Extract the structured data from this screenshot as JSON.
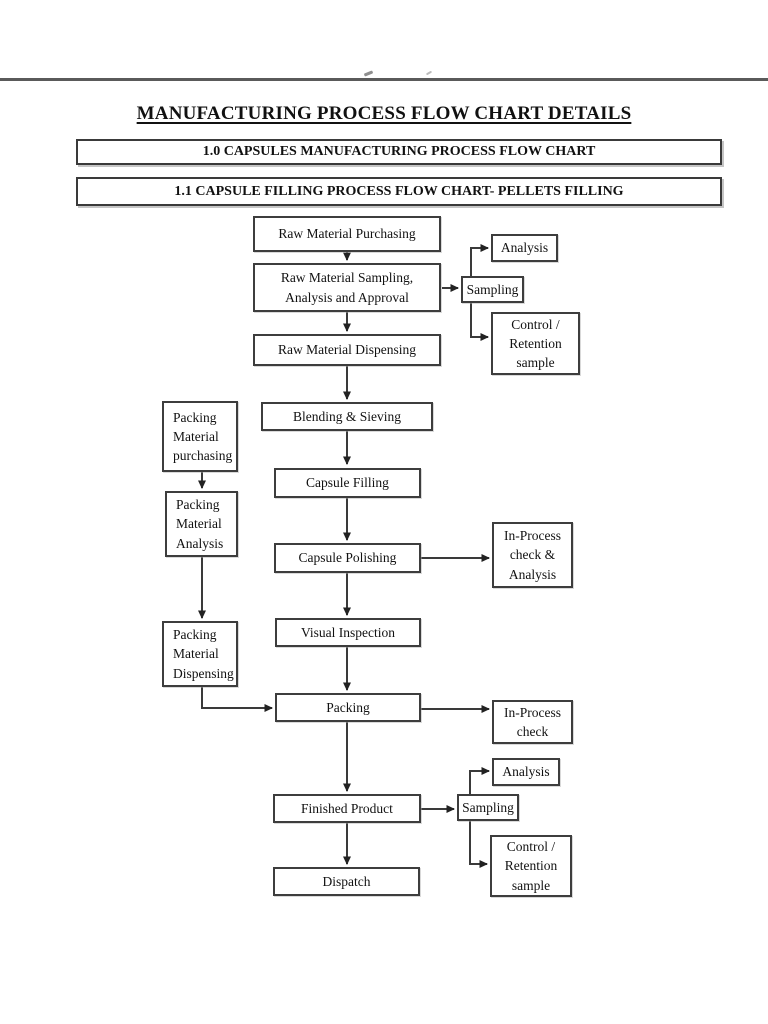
{
  "document": {
    "title": "MANUFACTURING PROCESS FLOW CHART DETAILS",
    "section_headers": [
      "1.0 CAPSULES MANUFACTURING PROCESS FLOW CHART",
      "1.1 CAPSULE FILLING PROCESS FLOW CHART- PELLETS FILLING"
    ]
  },
  "flowchart": {
    "nodes": {
      "raw_material_purchasing": "Raw Material Purchasing",
      "raw_material_sampling": "Raw Material Sampling,\nAnalysis and Approval",
      "raw_material_dispensing": "Raw Material Dispensing",
      "blending_sieving": "Blending & Sieving",
      "capsule_filling": "Capsule Filling",
      "capsule_polishing": "Capsule Polishing",
      "visual_inspection": "Visual Inspection",
      "packing": "Packing",
      "finished_product": "Finished Product",
      "dispatch": "Dispatch",
      "packing_material_purchasing": "Packing\nMaterial\npurchasing",
      "packing_material_analysis": "Packing\nMaterial\nAnalysis",
      "packing_material_dispensing": "Packing\nMaterial\nDispensing",
      "analysis_top": "Analysis",
      "sampling_top": "Sampling",
      "control_retention_top": "Control /\nRetention\nsample",
      "in_process_check_analysis": "In-Process\ncheck &\nAnalysis",
      "in_process_check": "In-Process\ncheck",
      "analysis_bottom": "Analysis",
      "sampling_bottom": "Sampling",
      "control_retention_bottom": "Control /\nRetention\nsample"
    },
    "edges": [
      {
        "from": "raw_material_purchasing",
        "to": "raw_material_sampling"
      },
      {
        "from": "raw_material_sampling",
        "to": "sampling_top"
      },
      {
        "from": "sampling_top",
        "to": "analysis_top"
      },
      {
        "from": "sampling_top",
        "to": "control_retention_top"
      },
      {
        "from": "raw_material_sampling",
        "to": "raw_material_dispensing"
      },
      {
        "from": "raw_material_dispensing",
        "to": "blending_sieving"
      },
      {
        "from": "blending_sieving",
        "to": "capsule_filling"
      },
      {
        "from": "capsule_filling",
        "to": "capsule_polishing"
      },
      {
        "from": "capsule_polishing",
        "to": "in_process_check_analysis"
      },
      {
        "from": "capsule_polishing",
        "to": "visual_inspection"
      },
      {
        "from": "visual_inspection",
        "to": "packing"
      },
      {
        "from": "packing_material_purchasing",
        "to": "packing_material_analysis"
      },
      {
        "from": "packing_material_analysis",
        "to": "packing_material_dispensing"
      },
      {
        "from": "packing_material_dispensing",
        "to": "packing"
      },
      {
        "from": "packing",
        "to": "in_process_check"
      },
      {
        "from": "packing",
        "to": "finished_product"
      },
      {
        "from": "finished_product",
        "to": "sampling_bottom"
      },
      {
        "from": "sampling_bottom",
        "to": "analysis_bottom"
      },
      {
        "from": "sampling_bottom",
        "to": "control_retention_bottom"
      },
      {
        "from": "finished_product",
        "to": "dispatch"
      }
    ]
  },
  "colors": {
    "background": "#ffffff",
    "box_border": "#3d3d3d",
    "connector_line": "#3a3a3a",
    "top_rule": "#5a5a5a",
    "text": "#111111"
  }
}
